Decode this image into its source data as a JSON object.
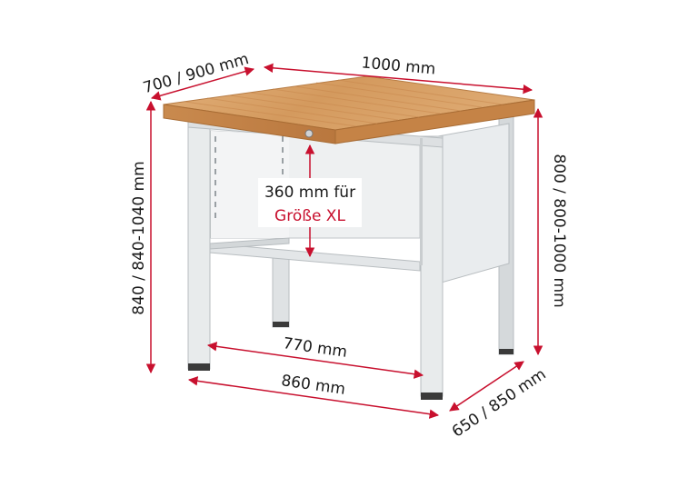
{
  "dimensions": {
    "top_depth": "700 / 900 mm",
    "top_width": "1000 mm",
    "height_left": "840 / 840-1040 mm",
    "height_right": "800 / 800-1000 mm",
    "inner_width": "770 mm",
    "frame_width": "860 mm",
    "frame_depth": "650 / 850 mm"
  },
  "clearance_note": {
    "line1": "360 mm für",
    "line2": "Größe XL"
  },
  "colors": {
    "arrow": "#c8102e",
    "wood": "#d9a26a",
    "frame": "#e6e9ea",
    "frame_shadow": "#c9cdcf",
    "text": "#1a1a1a",
    "accent_text": "#c8102e"
  }
}
